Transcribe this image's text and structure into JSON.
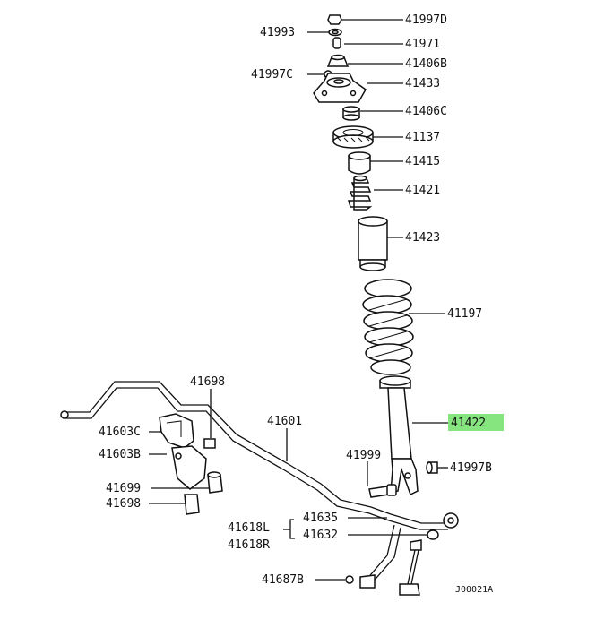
{
  "diagram": {
    "drawing_code": "J00021A",
    "highlight_color": "#86e57f",
    "highlighted_part": "41422",
    "labels": {
      "l41997D": "41997D",
      "l41993": "41993",
      "l41971": "41971",
      "l41406B": "41406B",
      "l41997C": "41997C",
      "l41433": "41433",
      "l41406C": "41406C",
      "l41137": "41137",
      "l41415": "41415",
      "l41421": "41421",
      "l41423": "41423",
      "l41197": "41197",
      "l41422": "41422",
      "l41997B": "41997B",
      "l41999": "41999",
      "l41698a": "41698",
      "l41601": "41601",
      "l41603C": "41603C",
      "l41603B": "41603B",
      "l41699": "41699",
      "l41698b": "41698",
      "l41635": "41635",
      "l41618L": "41618L",
      "l41632": "41632",
      "l41618R": "41618R",
      "l41687B": "41687B"
    }
  }
}
